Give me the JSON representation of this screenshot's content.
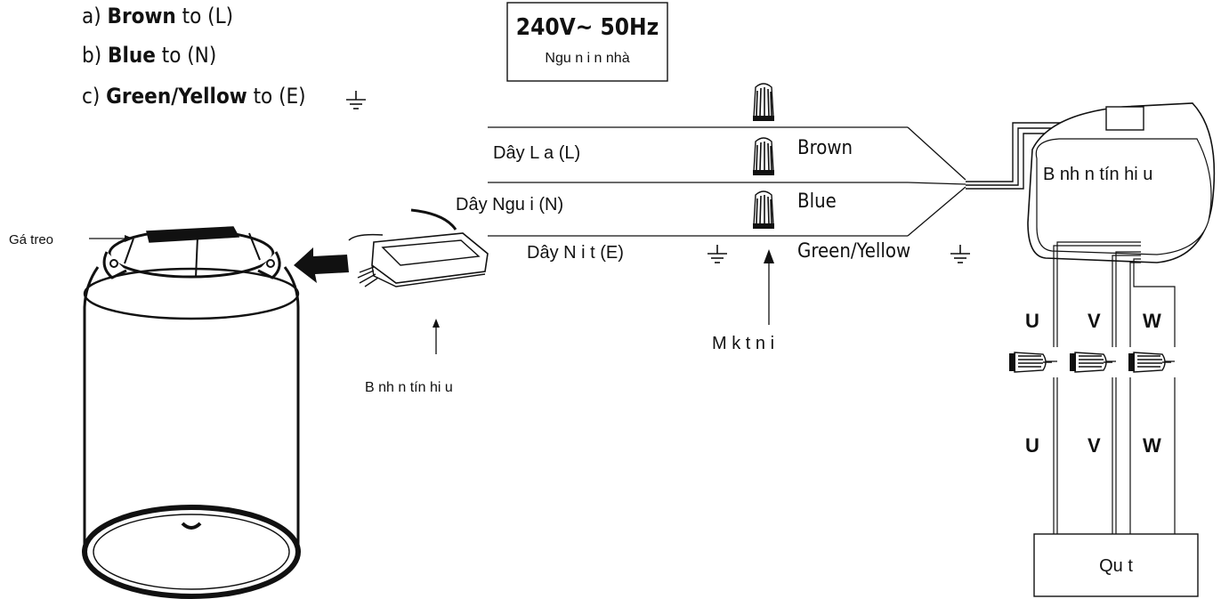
{
  "instructions": [
    {
      "prefix": "a) ",
      "color": "Brown",
      "rest": " to (L)"
    },
    {
      "prefix": "b) ",
      "color": "Blue",
      "rest": " to (N)"
    },
    {
      "prefix": "c) ",
      "color": "Green/Yellow",
      "rest": " to (E)"
    }
  ],
  "power_box": {
    "rating": "240V~ 50Hz",
    "caption": "Ngu n i n nhà"
  },
  "wires": {
    "live": {
      "left": "Dây L a (L)",
      "right": "Brown"
    },
    "neutral": {
      "left": "Dây Ngu i (N)",
      "right": "Blue"
    },
    "earth": {
      "left": "Dây N i t (E)",
      "right": "Green/Yellow"
    }
  },
  "labels": {
    "hanger": "Gá treo",
    "receiver_under": "B nh n tín hi u",
    "connector": "M k t n i",
    "receiver_box": "B nh n tín hi u",
    "fan": "Qu t"
  },
  "phases_top": [
    "U",
    "V",
    "W"
  ],
  "phases_bottom": [
    "U",
    "V",
    "W"
  ],
  "icons": [
    "ground-symbol-icon",
    "arrow-icon",
    "wire-nut-icon",
    "ceiling-light-fixture",
    "receiver-module"
  ]
}
